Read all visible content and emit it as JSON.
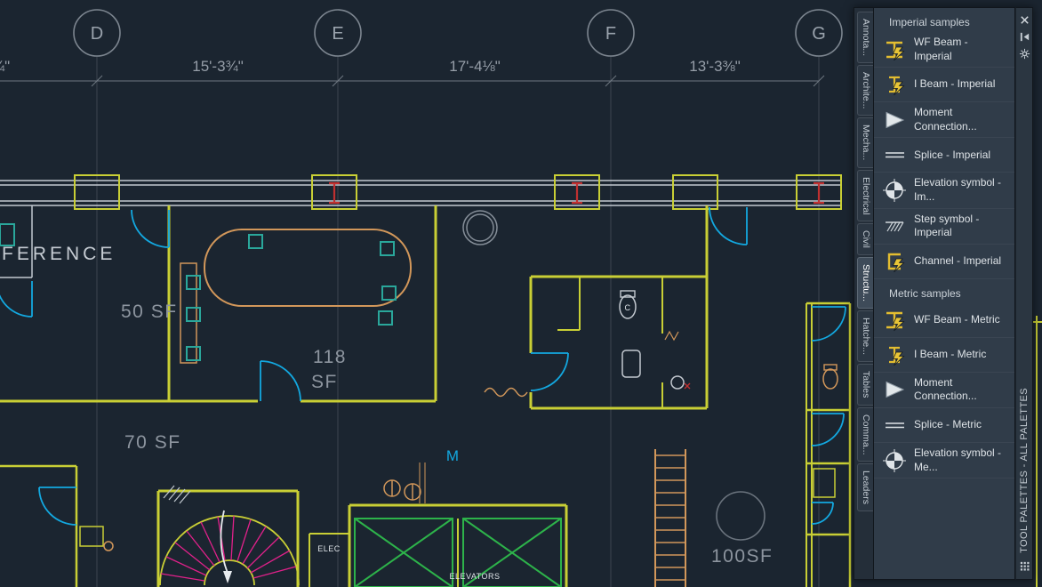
{
  "canvas": {
    "grid_bubbles": [
      "D",
      "E",
      "F",
      "G"
    ],
    "dimensions": {
      "left_partial": "¾\"",
      "d_to_e": "15'-3¾\"",
      "e_to_f": "17'-4⅛\"",
      "f_to_g": "13'-3⅜\""
    },
    "room_labels": {
      "conference_partial": "FERENCE",
      "area_50": "50 SF",
      "area_118_value": "118",
      "area_118_unit": "SF",
      "area_70": "70 SF",
      "area_100": "100SF"
    },
    "annotations": {
      "elec": "ELEC",
      "elevators": "ELEVATORS",
      "m_marker": "M",
      "wc_marker": "C"
    },
    "layer_colors": {
      "walls_yellow": "#c9cf35",
      "doors_cyan": "#13a8e0",
      "furniture_orange": "#d2975a",
      "fixtures_teal": "#2aa79b",
      "stairs_magenta": "#e0218a",
      "elevator_green": "#2db34a",
      "column_red": "#c03030",
      "grid_gray": "#8a929c",
      "walls_white": "#c3c9d0"
    }
  },
  "palette": {
    "title": "TOOL PALETTES - ALL PALETTES",
    "tabs": [
      {
        "label": "Annota...",
        "selected": false
      },
      {
        "label": "Archite...",
        "selected": false
      },
      {
        "label": "Mecha...",
        "selected": false
      },
      {
        "label": "Electrical",
        "selected": false
      },
      {
        "label": "Civil",
        "selected": false
      },
      {
        "label": "Structu...",
        "selected": true
      },
      {
        "label": "Hatche...",
        "selected": false
      },
      {
        "label": "Tables",
        "selected": false
      },
      {
        "label": "Comma...",
        "selected": false
      },
      {
        "label": "Leaders",
        "selected": false
      }
    ],
    "sections": [
      {
        "header": "Imperial samples",
        "items": [
          {
            "label": "WF Beam - Imperial",
            "icon": "wf-beam"
          },
          {
            "label": "I Beam - Imperial",
            "icon": "i-beam"
          },
          {
            "label": "Moment Connection...",
            "icon": "moment-connection"
          },
          {
            "label": "Splice - Imperial",
            "icon": "splice"
          },
          {
            "label": "Elevation symbol - Im...",
            "icon": "elevation-symbol"
          },
          {
            "label": "Step symbol - Imperial",
            "icon": "step-symbol"
          },
          {
            "label": "Channel - Imperial",
            "icon": "channel"
          }
        ]
      },
      {
        "header": "Metric samples",
        "items": [
          {
            "label": "WF Beam - Metric",
            "icon": "wf-beam"
          },
          {
            "label": "I Beam - Metric",
            "icon": "i-beam"
          },
          {
            "label": "Moment Connection...",
            "icon": "moment-connection"
          },
          {
            "label": "Splice - Metric",
            "icon": "splice"
          },
          {
            "label": "Elevation symbol - Me...",
            "icon": "elevation-symbol"
          }
        ]
      }
    ]
  }
}
